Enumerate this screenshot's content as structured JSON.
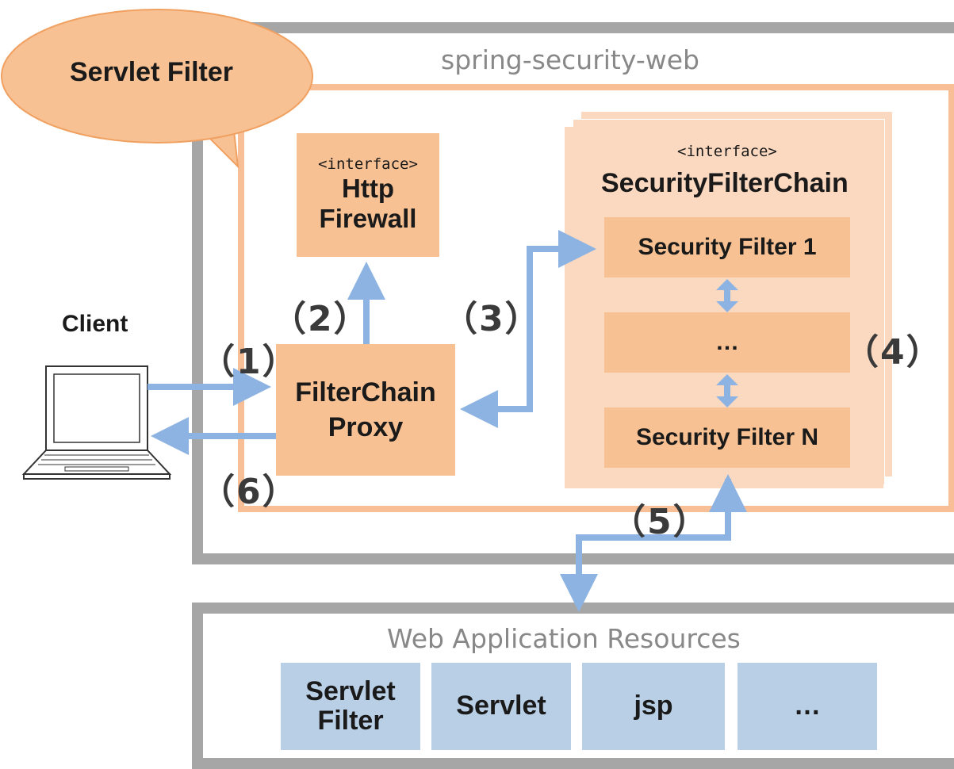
{
  "callout": {
    "label": "Servlet Filter"
  },
  "outer_box": {
    "title": "spring-security-web"
  },
  "firewall": {
    "stereotype": "<interface>",
    "line1": "Http",
    "line2": "Firewall"
  },
  "chain": {
    "stereotype": "<interface>",
    "title": "SecurityFilterChain",
    "filters": [
      "Security Filter 1",
      "…",
      "Security Filter N"
    ]
  },
  "proxy": {
    "line1": "FilterChain",
    "line2": "Proxy"
  },
  "client": {
    "label": "Client"
  },
  "steps": {
    "s1": "（1）",
    "s2": "（2）",
    "s3": "（3）",
    "s4": "（4）",
    "s5": "（5）",
    "s6": "（6）"
  },
  "resources": {
    "title": "Web Application Resources",
    "items": [
      {
        "line1": "Servlet",
        "line2": "Filter"
      },
      {
        "line1": "Servlet"
      },
      {
        "line1": "jsp"
      },
      {
        "line1": "…"
      }
    ]
  },
  "colors": {
    "outer_border": "#a6a6a6",
    "orange": "#f8c193",
    "orange_frame": "#f8be96",
    "stack": "#fbd9c0",
    "arrow": "#8db3e2",
    "resource": "#b9cfe6"
  }
}
